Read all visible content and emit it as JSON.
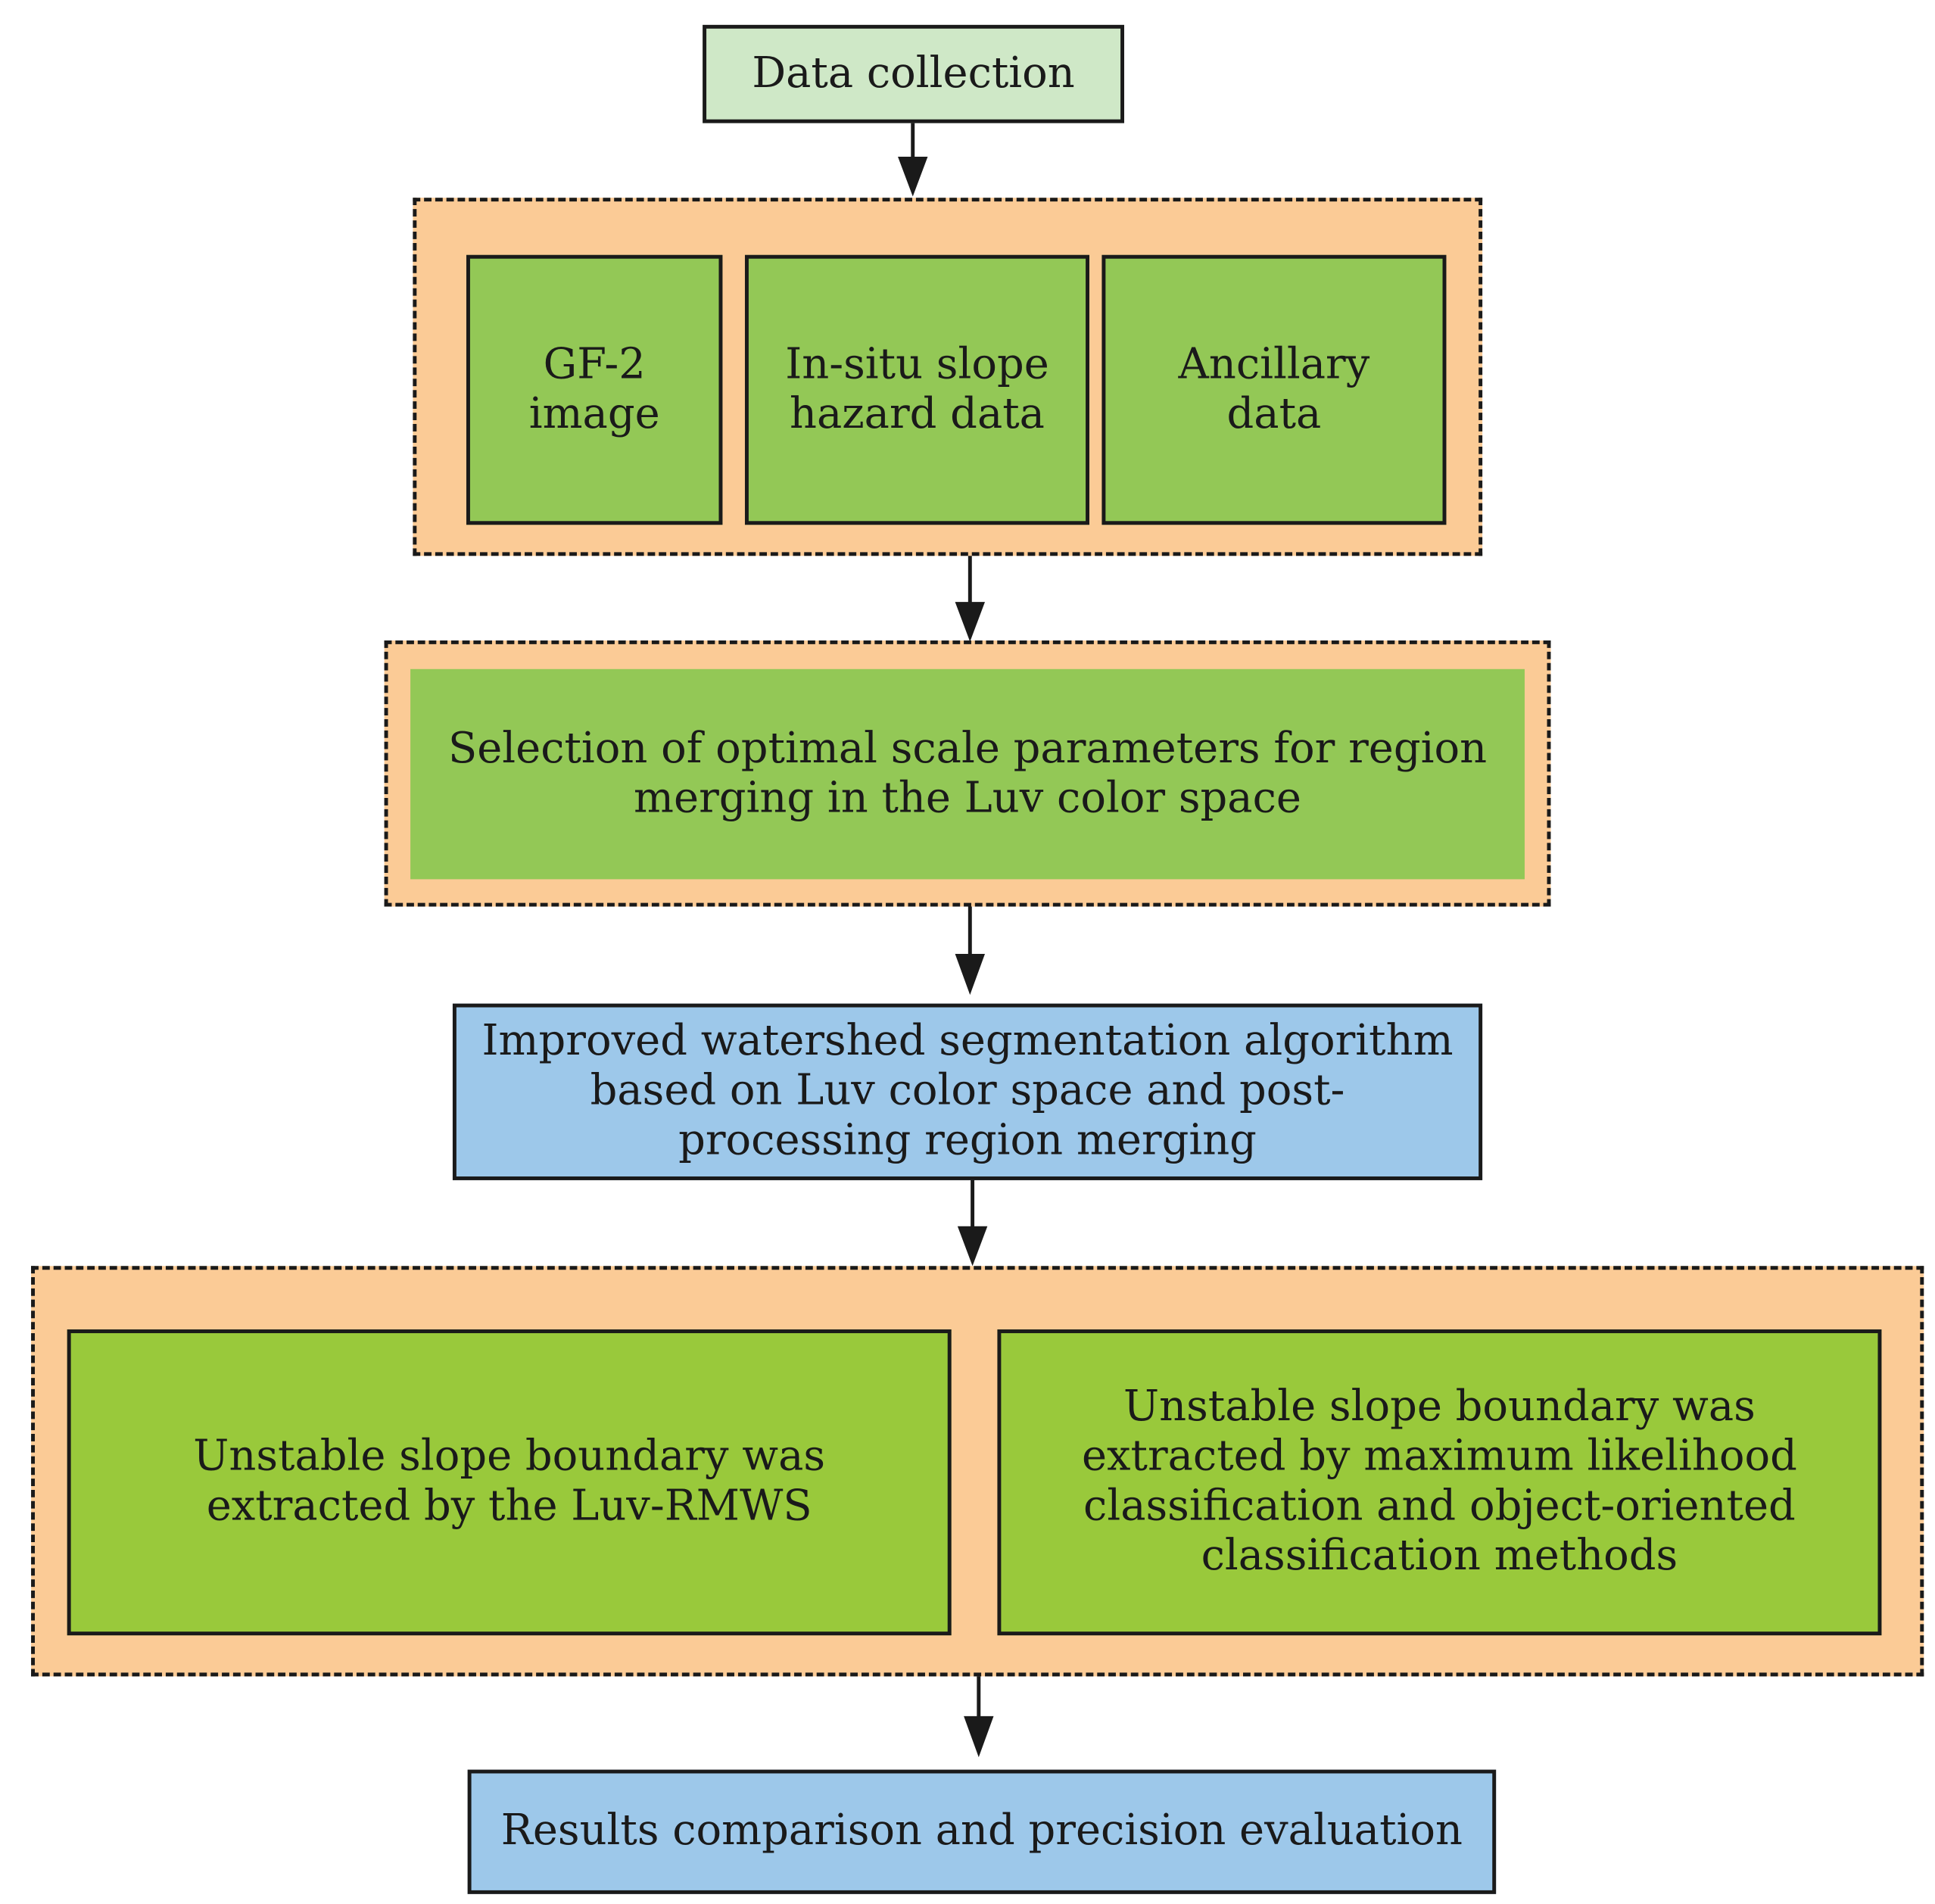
{
  "colors": {
    "light_green": "#cfe8c7",
    "medium_green": "#93c856",
    "bright_green": "#99c93b",
    "peach": "#fbcb96",
    "light_blue": "#9dc8ea",
    "line": "#1a1a1a"
  },
  "flow": {
    "data_collection": "Data collection",
    "inputs": {
      "gf2": "GF-2\nimage",
      "insitu": "In-situ slope\nhazard data",
      "ancillary": "Ancillary\ndata"
    },
    "scale_selection": "Selection of optimal scale parameters for region\nmerging in the Luv color space",
    "segmentation": "Improved watershed segmentation algorithm\nbased on Luv color space and post-\nprocessing region merging",
    "extraction": {
      "luv_rmws": "Unstable slope boundary was\nextracted by the Luv-RMWS",
      "classification": "Unstable slope boundary was\nextracted by maximum likelihood\nclassification and object-oriented\nclassification methods"
    },
    "evaluation": "Results comparison and precision evaluation"
  }
}
